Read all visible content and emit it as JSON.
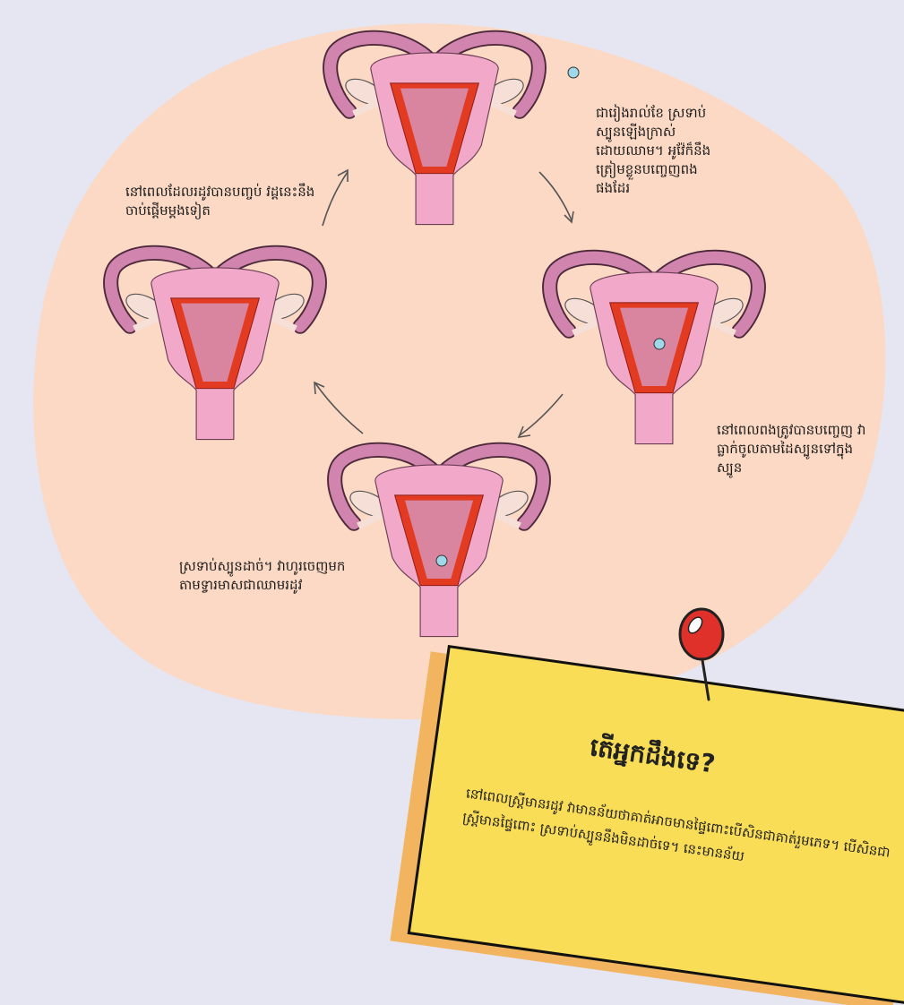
{
  "captions": {
    "top_right": "ជារៀងរាល់ខែ ស្រទាប់ស្បូនឡើងក្រាស់ដោយឈាម។ អូវ៉ែក៏នឹងត្រៀមខ្លួនបញ្ចេញពងផងដែរ",
    "right": "នៅពេលពងត្រូវបានបញ្ចេញ វាធ្លាក់ចូលតាមដៃស្បូនទៅក្នុងស្បូន",
    "bottom_left": "ស្រទាប់ស្បូនដាច់។ វាហូរចេញមកតាមទ្វារមាសជាឈាមរដូវ",
    "top_left": "នៅពេលដែលរដូវបានបញ្ចប់ វដ្តនេះនឹងចាប់ផ្ដើមម្ដងទៀត"
  },
  "note": {
    "title": "តើអ្នកដឹងទេ?",
    "body": "នៅពេលស្ត្រីមានរដូវ វាមានន័យថាគាត់អាចមានផ្ទៃពោះបើសិនជាគាត់រួមភេទ។ បើសិនជាស្ត្រីមានផ្ទៃពោះ ស្រទាប់ស្បូននឹងមិនដាច់ទេ។ នេះមានន័យ"
  },
  "colors": {
    "background": "#e6e6f2",
    "blob": "#fbd9c4",
    "uterus": "#f2a8c9",
    "tube": "#d184ad",
    "lining": "#e23b22",
    "egg": "#9fd8ea",
    "note": "#f9dd57",
    "pin": "#e0302a"
  }
}
